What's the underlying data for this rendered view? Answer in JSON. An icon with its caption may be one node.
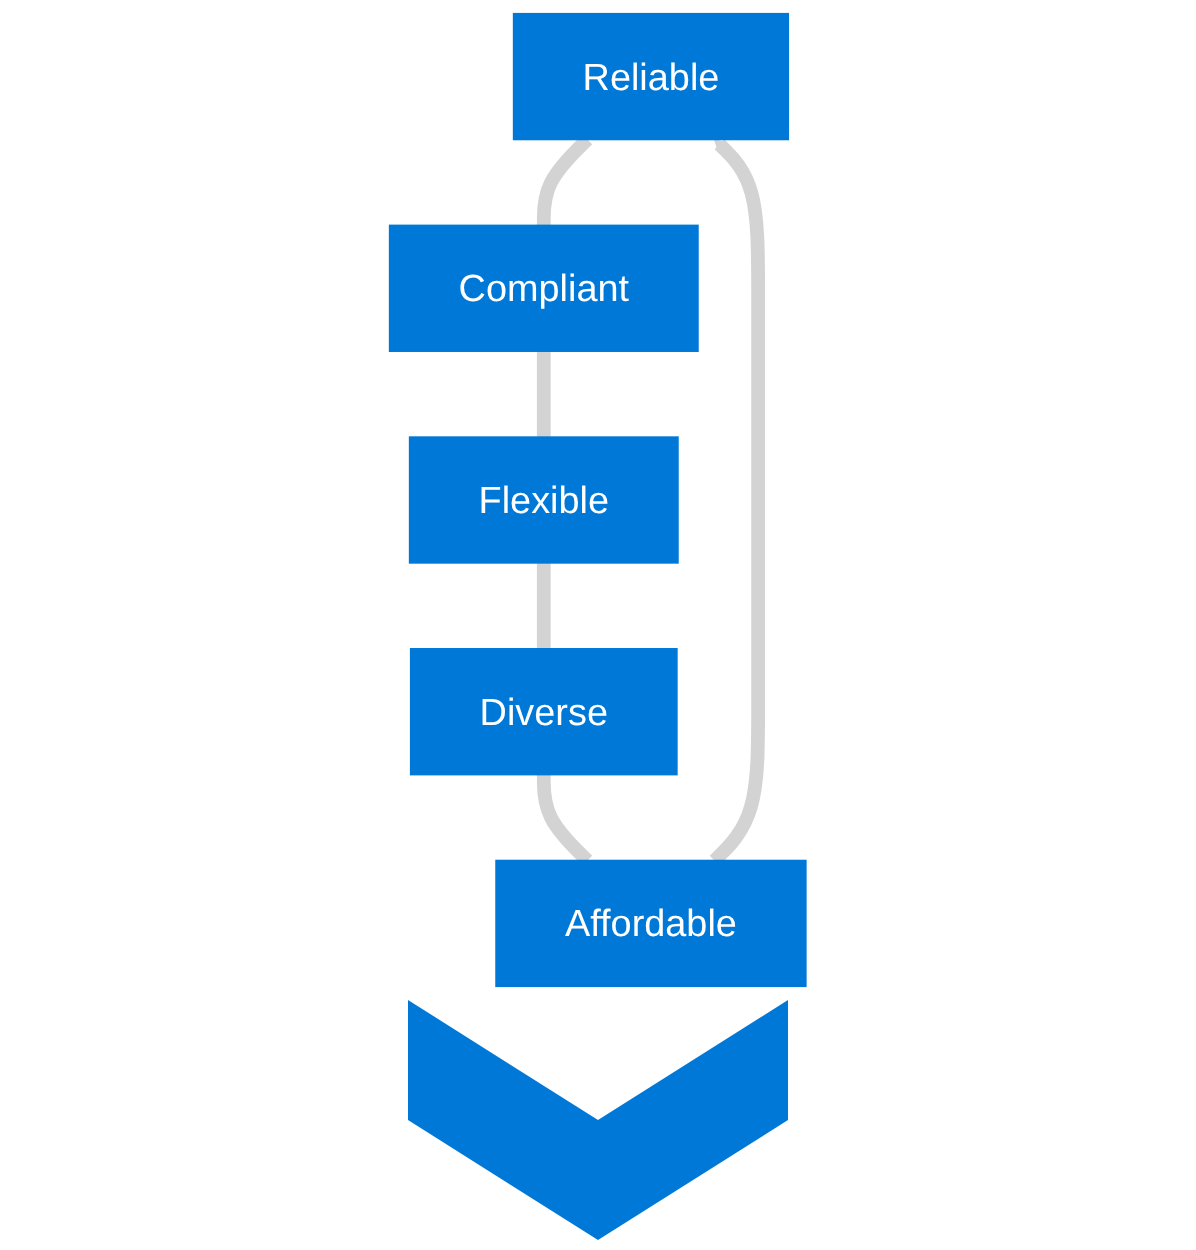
{
  "diagram": {
    "nodes": [
      {
        "text": [
          "Reliable"
        ]
      },
      {
        "text": [
          "Compliant"
        ]
      },
      {
        "text": [
          "Flexible"
        ]
      },
      {
        "text": [
          "Diverse"
        ]
      },
      {
        "text": [
          "Affordable"
        ]
      }
    ],
    "edges": [
      {
        "from": 0,
        "to": 1,
        "arrow": "none"
      },
      {
        "from": 1,
        "to": 2,
        "arrow": "none"
      },
      {
        "from": 2,
        "to": 3,
        "arrow": "none"
      },
      {
        "from": 3,
        "to": 4,
        "arrow": "none"
      },
      {
        "from": 4,
        "to": 0,
        "arrow": "to"
      }
    ]
  }
}
